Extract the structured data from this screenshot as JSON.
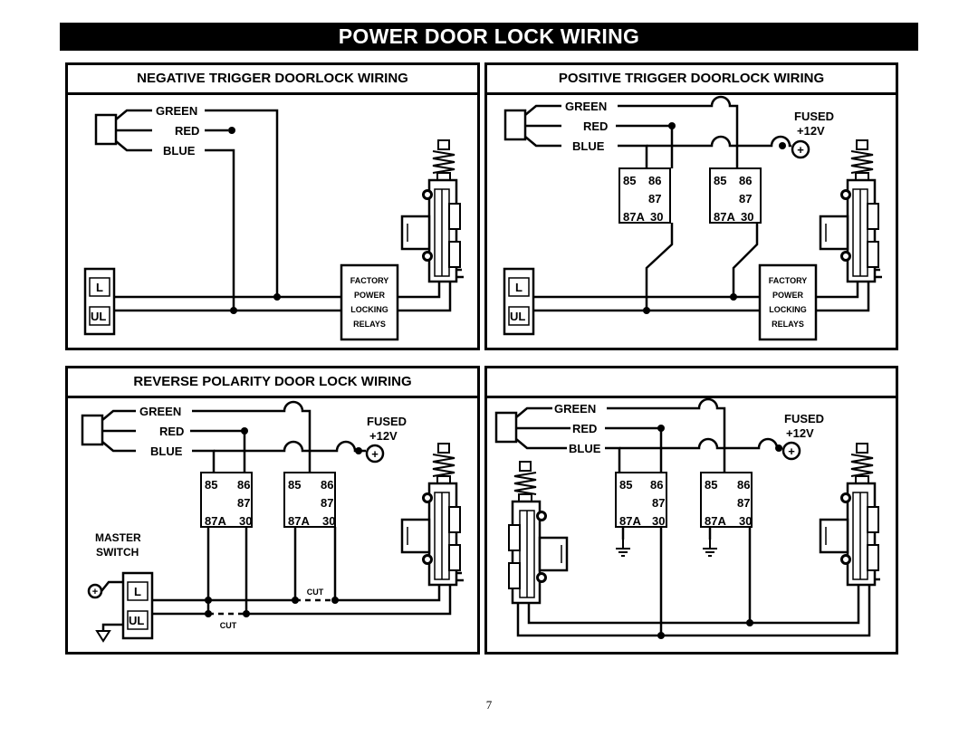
{
  "page_title": "POWER DOOR LOCK WIRING",
  "panels": {
    "negative": {
      "title": "NEGATIVE TRIGGER DOORLOCK WIRING"
    },
    "positive": {
      "title": "POSITIVE TRIGGER DOORLOCK WIRING"
    },
    "reverse": {
      "title": "REVERSE POLARITY DOOR LOCK WIRING"
    },
    "fourth": {
      "title": ""
    }
  },
  "labels": {
    "green": "GREEN",
    "red": "RED",
    "blue": "BLUE",
    "fused": "FUSED",
    "plus12v": "+12V",
    "plus": "+",
    "lock": "L",
    "unlock": "UL",
    "factory_relays": [
      "FACTORY",
      "POWER",
      "LOCKING",
      "RELAYS"
    ],
    "relay_pins": {
      "p85": "85",
      "p86": "86",
      "p87": "87",
      "p87a": "87A",
      "p30": "30"
    },
    "master_switch": [
      "MASTER",
      "SWITCH"
    ],
    "cut": "CUT"
  },
  "page_number": "7"
}
